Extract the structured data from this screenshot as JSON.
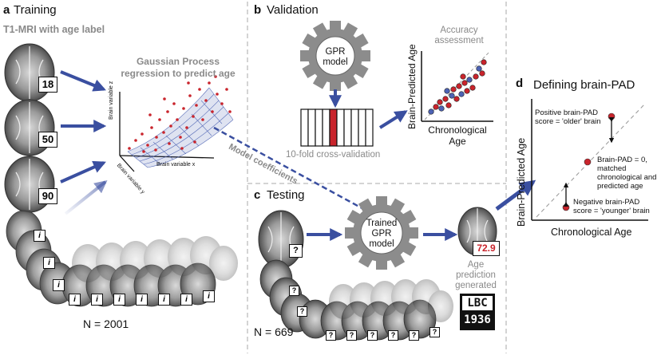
{
  "panel_a": {
    "letter": "a",
    "title": "Training",
    "subtitle": "T1-MRI with age label",
    "gpr_title_line1": "Gaussian Process",
    "gpr_title_line2": "regression to predict age",
    "ages": [
      "18",
      "50",
      "90"
    ],
    "unknown_label": "i",
    "axis_z": "Brain variable z",
    "axis_x": "Brain variable x",
    "axis_y": "Brain variable y",
    "n_label": "N = 2001"
  },
  "panel_b": {
    "letter": "b",
    "title": "Validation",
    "gear_line1": "GPR",
    "gear_line2": "model",
    "cv_label": "10-fold cross-validation",
    "accuracy_label_line1": "Accuracy",
    "accuracy_label_line2": "assessment",
    "ylabel": "Brain-Predicted Age",
    "xlabel_line1": "Chronological",
    "xlabel_line2": "Age"
  },
  "model_coefficients": "Model coefficients",
  "panel_c": {
    "letter": "c",
    "title": "Testing",
    "gear_line1": "Trained",
    "gear_line2": "GPR",
    "gear_line3": "model",
    "unknown_label": "?",
    "predicted_age": "72.9",
    "prediction_line1": "Age prediction",
    "prediction_line2": "generated",
    "n_label": "N = 669",
    "logo_line1": "LBC",
    "logo_line2": "1936"
  },
  "panel_d": {
    "letter": "d",
    "title": "Defining brain-PAD",
    "ylabel": "Brain-Predicted Age",
    "xlabel": "Chronological Age",
    "positive_line1": "Positive brain-PAD",
    "positive_line2": "score = 'older' brain",
    "zero_line1": "Brain-PAD = 0,",
    "zero_line2": "matched",
    "zero_line3": "chronological and",
    "zero_line4": "predicted age",
    "negative_line1": "Negative brain-PAD",
    "negative_line2": "score = 'younger' brain"
  },
  "colors": {
    "arrow": "#3a4fa0",
    "red": "#c9242c",
    "blue": "#4d63b4",
    "grey_line": "#aaaaaa"
  }
}
